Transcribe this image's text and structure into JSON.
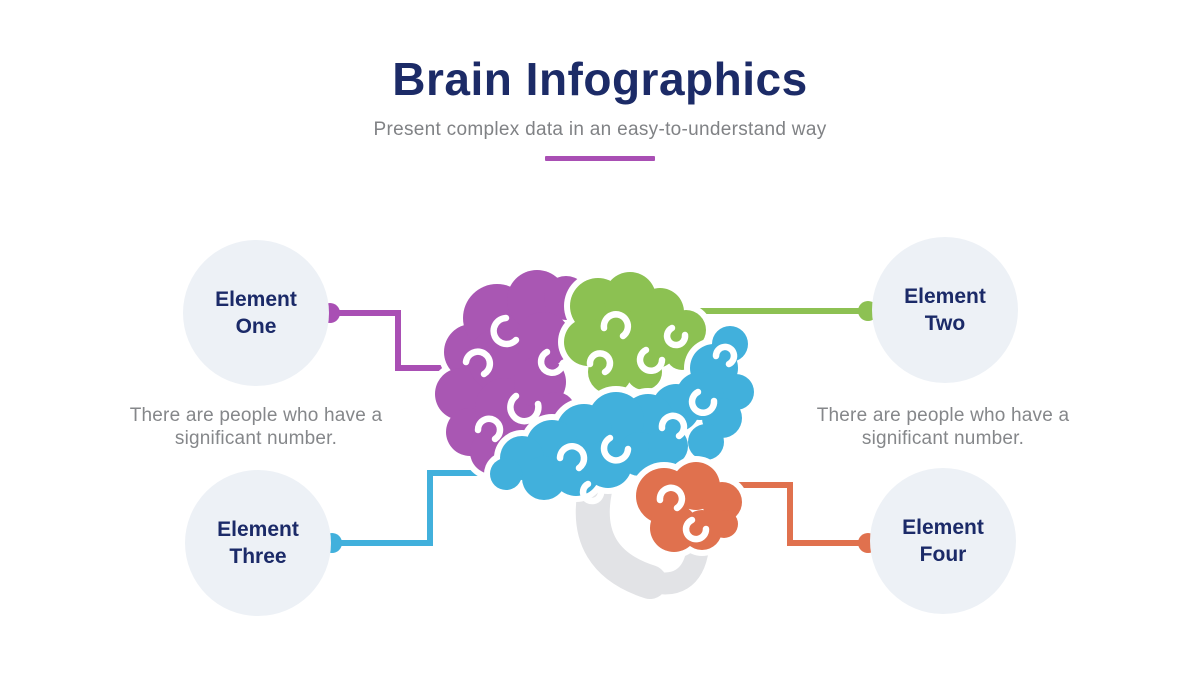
{
  "slide": {
    "title": "Brain Infographics",
    "subtitle": "Present complex data in an easy-to-understand way"
  },
  "elements": [
    {
      "label": "Element One",
      "position": "top-left",
      "connector_color": "#a94fb4"
    },
    {
      "label": "Element Two",
      "position": "top-right",
      "connector_color": "#8dc153"
    },
    {
      "label": "Element Three",
      "position": "bottom-left",
      "connector_color": "#41b0dc"
    },
    {
      "label": "Element Four",
      "position": "bottom-right",
      "connector_color": "#e0714e"
    }
  ],
  "descriptions": {
    "left": "There are people who have a significant number.",
    "right": "There are people who have a significant number."
  },
  "brain": {
    "lobes": [
      {
        "name": "frontal-lobe",
        "color": "#a957b3"
      },
      {
        "name": "parietal-lobe",
        "color": "#8cc152"
      },
      {
        "name": "temporal-lobe",
        "color": "#41b0dc"
      },
      {
        "name": "cerebellum",
        "color": "#e0714e"
      },
      {
        "name": "brainstem",
        "color": "#e2e3e6"
      }
    ]
  },
  "colors": {
    "title_navy": "#1c2b67",
    "label_navy": "#1b2a68",
    "body_gray": "#85878a",
    "node_circle": "#edf1f6",
    "underline_purple": "#a94fb4"
  }
}
